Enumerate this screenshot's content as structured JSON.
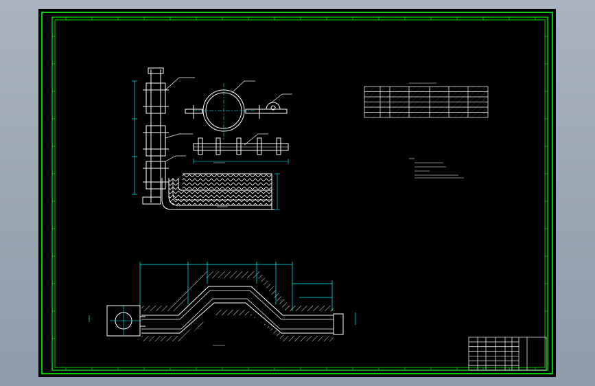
{
  "canvas": {
    "background": "#9aa6b4",
    "sheet_color": "#000000",
    "frame_color": "#00ff00",
    "line_color": "#ffffff",
    "dimension_color": "#00ffff",
    "hatch_color": "#ffffff"
  },
  "views": [
    {
      "id": "pipe-riser-elevation",
      "kind": "elevation"
    },
    {
      "id": "pipe-clamp-detail",
      "kind": "detail"
    },
    {
      "id": "clamp-plan",
      "kind": "plan"
    },
    {
      "id": "bend-section",
      "kind": "section"
    },
    {
      "id": "crossing-profile",
      "kind": "profile"
    }
  ],
  "tables": {
    "material_table": {
      "rows": 6,
      "columns": 7
    },
    "title_block": {
      "rows": 7,
      "columns": 8
    }
  }
}
